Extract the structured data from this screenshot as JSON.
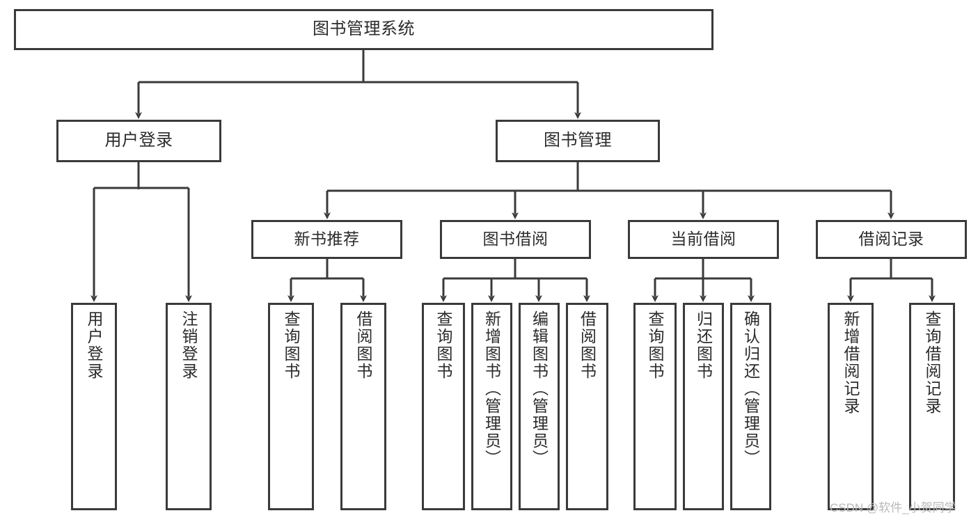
{
  "diagram": {
    "title": "图书管理系统",
    "type": "hierarchy-tree",
    "root": {
      "label": "图书管理系统"
    },
    "level2": [
      {
        "label": "用户登录"
      },
      {
        "label": "图书管理"
      }
    ],
    "level3": [
      {
        "label": "新书推荐"
      },
      {
        "label": "图书借阅"
      },
      {
        "label": "当前借阅"
      },
      {
        "label": "借阅记录"
      }
    ],
    "leaves": [
      {
        "label": "用户登录"
      },
      {
        "label": "注销登录"
      },
      {
        "label": "查询图书"
      },
      {
        "label": "借阅图书"
      },
      {
        "label": "查询图书"
      },
      {
        "label": "新增图书（管理员）"
      },
      {
        "label": "编辑图书（管理员）"
      },
      {
        "label": "借阅图书"
      },
      {
        "label": "查询图书"
      },
      {
        "label": "归还图书"
      },
      {
        "label": "确认归还（管理员）"
      },
      {
        "label": "新增借阅记录"
      },
      {
        "label": "查询借阅记录"
      }
    ]
  },
  "watermark": {
    "text": "CSDN @软件_小贺同学"
  },
  "colors": {
    "border": "#3a3a3a",
    "text": "#2b2b2b",
    "background": "#ffffff",
    "watermark": "#b9b9b9"
  }
}
